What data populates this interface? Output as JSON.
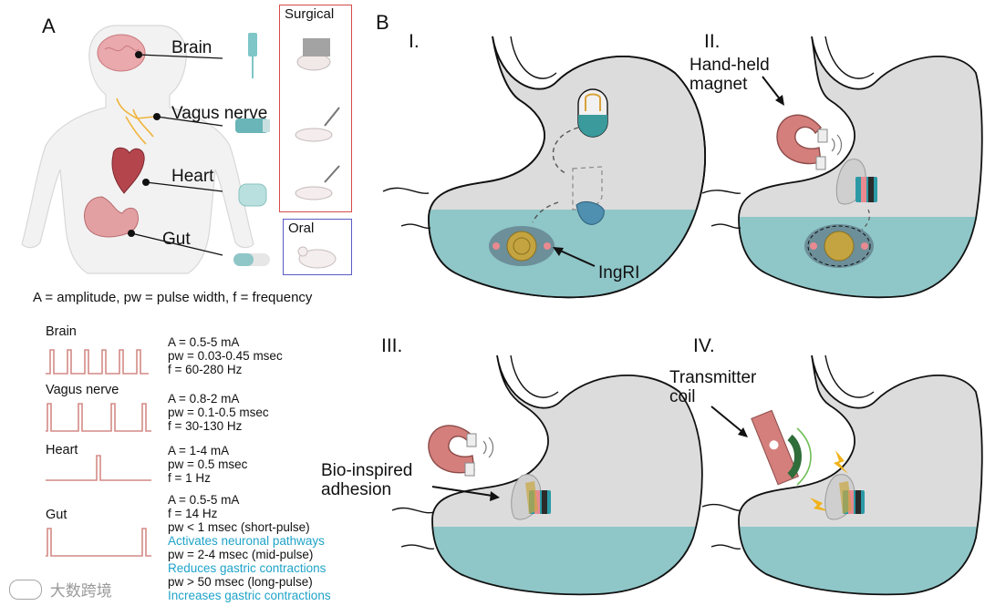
{
  "panel_a": {
    "letter": "A",
    "organs": [
      {
        "label": "Brain"
      },
      {
        "label": "Vagus nerve"
      },
      {
        "label": "Heart"
      },
      {
        "label": "Gut"
      }
    ],
    "delivery_boxes": [
      {
        "title": "Surgical"
      },
      {
        "title": "Oral"
      }
    ],
    "legend": "A = amplitude, pw = pulse width, f = frequency",
    "waveforms": [
      {
        "title": "Brain",
        "params": [
          "A = 0.5-5 mA",
          "pw = 0.03-0.45 msec",
          "f = 60-280 Hz"
        ]
      },
      {
        "title": "Vagus nerve",
        "params": [
          "A = 0.8-2 mA",
          "pw = 0.1-0.5 msec",
          "f = 30-130 Hz"
        ]
      },
      {
        "title": "Heart",
        "params": [
          "A = 1-4 mA",
          "pw = 0.5 msec",
          "f = 1 Hz"
        ]
      },
      {
        "title": "Gut",
        "params": [
          {
            "text": "A = 0.5-5 mA",
            "highlight": false
          },
          {
            "text": "f = 14 Hz",
            "highlight": false
          },
          {
            "text": "pw < 1 msec (short-pulse)",
            "highlight": false
          },
          {
            "text": "Activates neuronal pathways",
            "highlight": true
          },
          {
            "text": "pw = 2-4 msec (mid-pulse)",
            "highlight": false
          },
          {
            "text": "Reduces gastric contractions",
            "highlight": true
          },
          {
            "text": "pw > 50 msec (long-pulse)",
            "highlight": false
          },
          {
            "text": "Increases gastric contractions",
            "highlight": true
          }
        ]
      }
    ]
  },
  "panel_b": {
    "letter": "B",
    "steps": [
      {
        "numeral": "I.",
        "callout": "IngRI"
      },
      {
        "numeral": "II.",
        "callout": "Hand-held magnet"
      },
      {
        "numeral": "III.",
        "callout": "Bio-inspired adhesion"
      },
      {
        "numeral": "IV.",
        "callout": "Transmitter coil"
      }
    ]
  },
  "watermark": "大数跨境",
  "colors": {
    "stomach_fill": "#dcdcdc",
    "fluid": "#8fc6c8",
    "waveform": "#d48a86",
    "highlight_text": "#1fa3c9",
    "surgical_border": "#d64b4b",
    "oral_border": "#5b5bc4",
    "magnet": "#d47f7c",
    "coil": "#c9a640",
    "lightning": "#f1b21a"
  }
}
